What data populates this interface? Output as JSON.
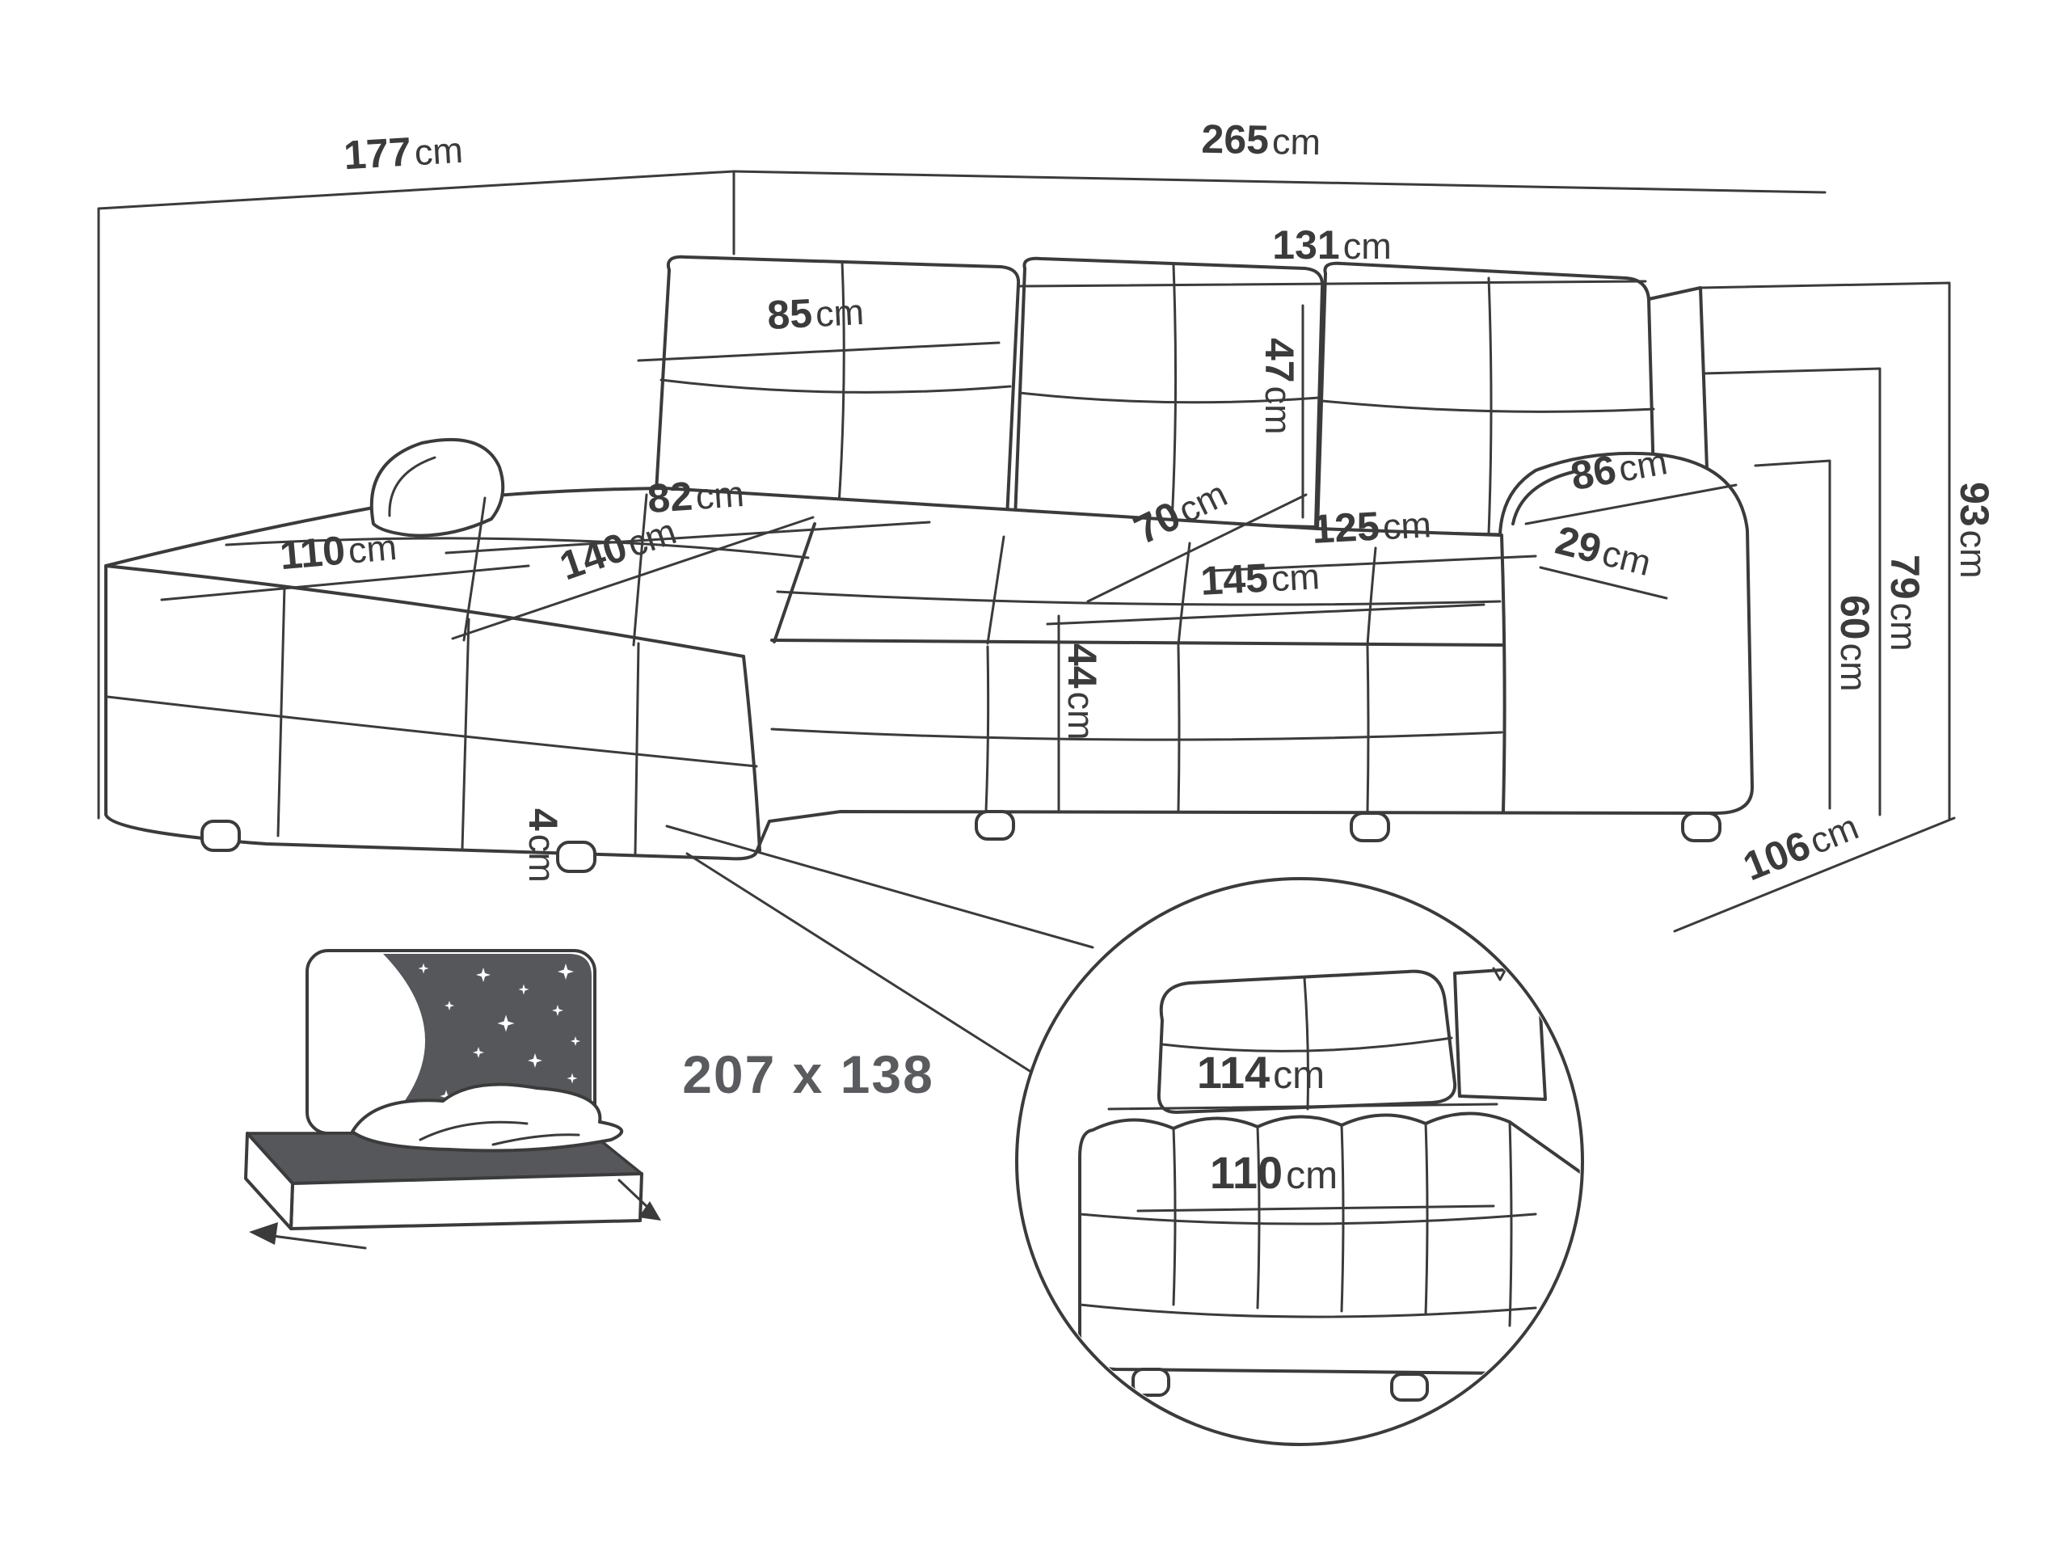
{
  "colors": {
    "line": "#3b3b3b",
    "dark": "#55575b",
    "label": "#5a5b5f",
    "background": "#ffffff"
  },
  "diagram": {
    "dims": {
      "w177": {
        "value": "177",
        "unit": "cm"
      },
      "w265": {
        "value": "265",
        "unit": "cm"
      },
      "w131": {
        "value": "131",
        "unit": "cm"
      },
      "w85": {
        "value": "85",
        "unit": "cm"
      },
      "h47": {
        "value": "47",
        "unit": "cm"
      },
      "w82": {
        "value": "82",
        "unit": "cm"
      },
      "w70": {
        "value": "70",
        "unit": "cm"
      },
      "w86": {
        "value": "86",
        "unit": "cm"
      },
      "w110": {
        "value": "110",
        "unit": "cm"
      },
      "w140": {
        "value": "140",
        "unit": "cm"
      },
      "w125": {
        "value": "125",
        "unit": "cm"
      },
      "w29": {
        "value": "29",
        "unit": "cm"
      },
      "w145": {
        "value": "145",
        "unit": "cm"
      },
      "h93": {
        "value": "93",
        "unit": "cm"
      },
      "h79": {
        "value": "79",
        "unit": "cm"
      },
      "h60": {
        "value": "60",
        "unit": "cm"
      },
      "h44": {
        "value": "44",
        "unit": "cm"
      },
      "h4": {
        "value": "4",
        "unit": "cm"
      },
      "d106": {
        "value": "106",
        "unit": "cm"
      }
    },
    "sleeping": {
      "size": "207 x 138"
    },
    "detail": {
      "w114": {
        "value": "114",
        "unit": "cm"
      },
      "w110": {
        "value": "110",
        "unit": "cm"
      }
    }
  }
}
